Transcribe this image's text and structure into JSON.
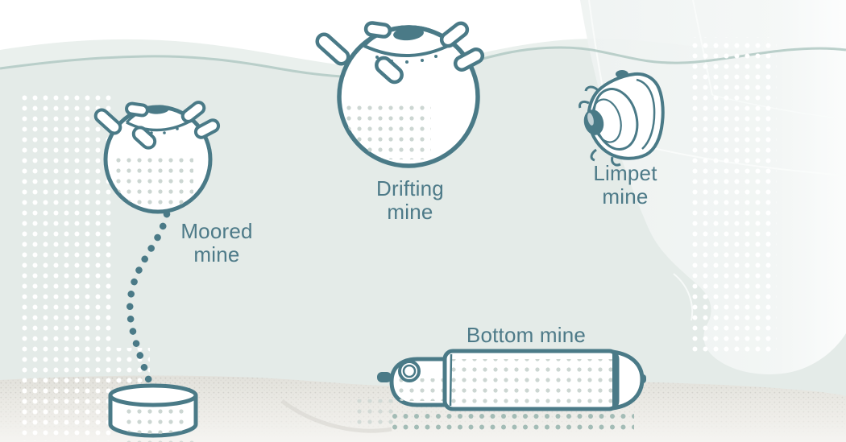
{
  "figure": {
    "type": "illustrated-diagram",
    "subject": "Types of naval mines",
    "labels": {
      "moored": {
        "line1": "Moored",
        "line2": "mine"
      },
      "drifting": {
        "line1": "Drifting",
        "line2": "mine"
      },
      "limpet": {
        "line1": "Limpet",
        "line2": "mine"
      },
      "bottom": {
        "line1": "Bottom mine"
      }
    },
    "colors": {
      "outline": "#4a7a87",
      "label_text": "#4d7a88",
      "water": "#e4ebe8",
      "wave_light": "#eaf0ed",
      "waterline_stroke": "#b4cbc5",
      "sand": "#e2e1db",
      "dot_white": "#ffffff",
      "dot_gray": "#ccd6d2",
      "dot_teal": "#a3bcb6"
    }
  }
}
